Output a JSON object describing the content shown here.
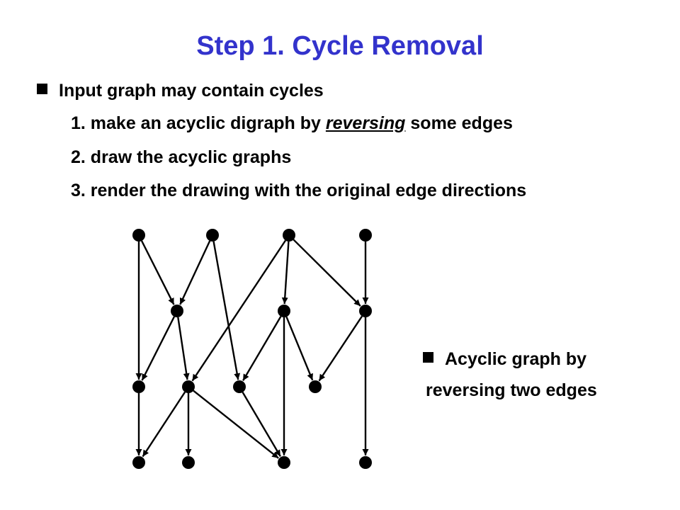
{
  "title": "Step 1. Cycle Removal",
  "main_bullet": "Input graph may contain cycles",
  "steps": [
    {
      "prefix": "1. make an acyclic digraph by ",
      "emphasis": "reversing",
      "suffix": " some edges"
    },
    {
      "text": "2. draw the acyclic graphs"
    },
    {
      "text": "3. render the drawing with the original edge directions"
    }
  ],
  "side_note": {
    "line1": "Acyclic graph by",
    "line2": "reversing two edges"
  },
  "colors": {
    "title": "#3333cc",
    "ink": "#000000"
  },
  "graph": {
    "nodes": [
      {
        "id": "a1"
      },
      {
        "id": "a2"
      },
      {
        "id": "a3"
      },
      {
        "id": "a4"
      },
      {
        "id": "b1"
      },
      {
        "id": "b2"
      },
      {
        "id": "b3"
      },
      {
        "id": "c1"
      },
      {
        "id": "c2"
      },
      {
        "id": "c3"
      },
      {
        "id": "c4"
      },
      {
        "id": "d1"
      },
      {
        "id": "d2"
      },
      {
        "id": "d3"
      },
      {
        "id": "d4"
      }
    ],
    "edges": [
      {
        "from": "a1",
        "to": "b1"
      },
      {
        "from": "a1",
        "to": "c1"
      },
      {
        "from": "a2",
        "to": "b1"
      },
      {
        "from": "a2",
        "to": "c3"
      },
      {
        "from": "a3",
        "to": "b2"
      },
      {
        "from": "a3",
        "to": "b3"
      },
      {
        "from": "a3",
        "to": "c2"
      },
      {
        "from": "a4",
        "to": "b3"
      },
      {
        "from": "b1",
        "to": "c1"
      },
      {
        "from": "b1",
        "to": "c2"
      },
      {
        "from": "b2",
        "to": "c3"
      },
      {
        "from": "b2",
        "to": "c4"
      },
      {
        "from": "b2",
        "to": "d3"
      },
      {
        "from": "b3",
        "to": "c4"
      },
      {
        "from": "b3",
        "to": "d4"
      },
      {
        "from": "c1",
        "to": "d1"
      },
      {
        "from": "c2",
        "to": "d1"
      },
      {
        "from": "c2",
        "to": "d2"
      },
      {
        "from": "c2",
        "to": "d3"
      },
      {
        "from": "c3",
        "to": "d3"
      }
    ]
  }
}
